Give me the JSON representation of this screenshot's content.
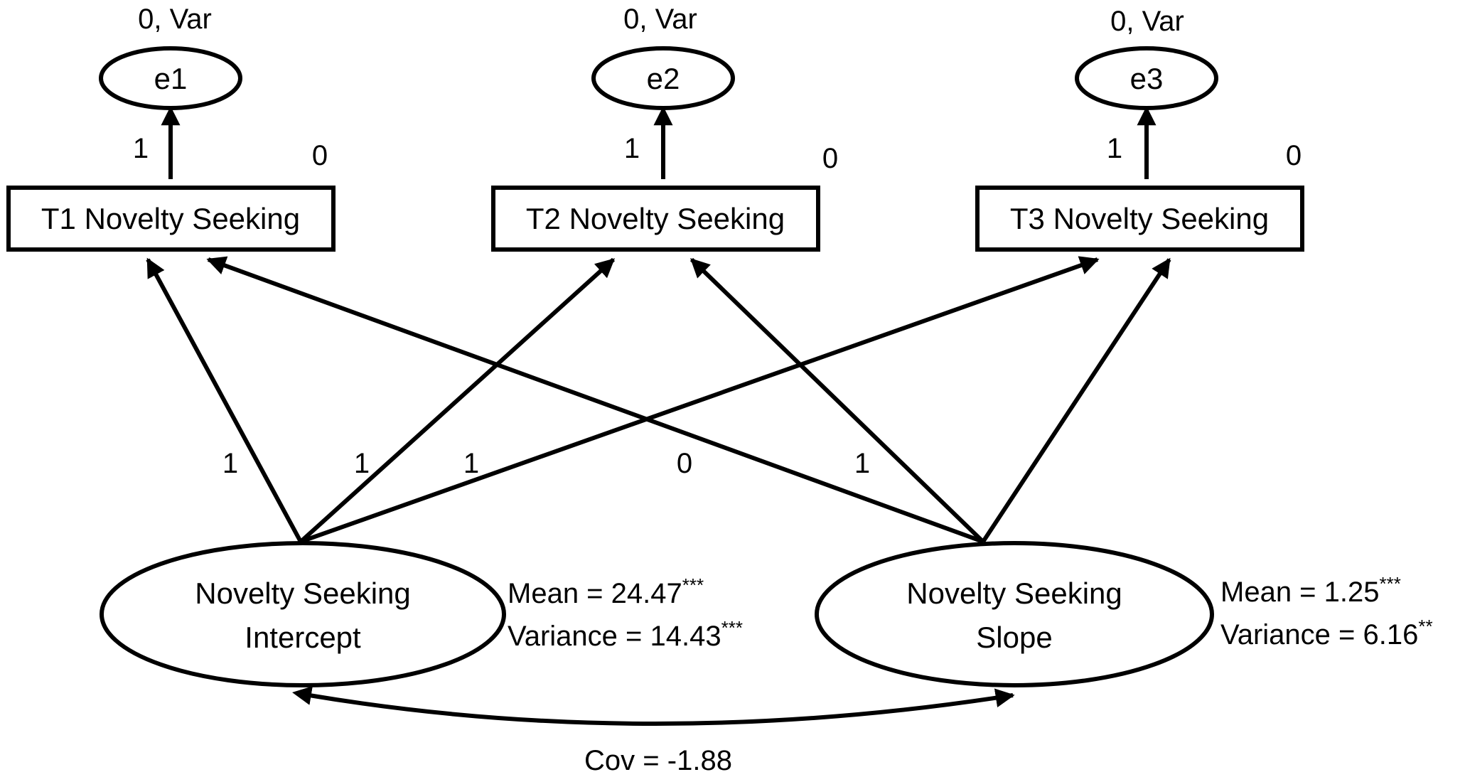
{
  "errors": [
    {
      "label": "e1",
      "variance_label": "0, Var",
      "loading": "1",
      "intercept": "0"
    },
    {
      "label": "e2",
      "variance_label": "0, Var",
      "loading": "1",
      "intercept": "0"
    },
    {
      "label": "e3",
      "variance_label": "0, Var",
      "loading": "1",
      "intercept": "0"
    }
  ],
  "observed": [
    {
      "label": "T1 Novelty Seeking"
    },
    {
      "label": "T2 Novelty Seeking"
    },
    {
      "label": "T3 Novelty Seeking"
    }
  ],
  "latent": {
    "intercept": {
      "label_line1": "Novelty Seeking",
      "label_line2": "Intercept",
      "mean_text": "Mean = 24.47",
      "mean_sig": "***",
      "variance_text": "Variance = 14.43",
      "variance_sig": "***",
      "loadings": [
        "1",
        "1",
        "1"
      ]
    },
    "slope": {
      "label_line1": "Novelty Seeking",
      "label_line2": "Slope",
      "mean_text": "Mean = 1.25",
      "mean_sig": "***",
      "variance_text": "Variance = 6.16",
      "variance_sig": "**",
      "loadings": [
        "0",
        "1"
      ]
    }
  },
  "covariance_label": "Cov = -1.88"
}
